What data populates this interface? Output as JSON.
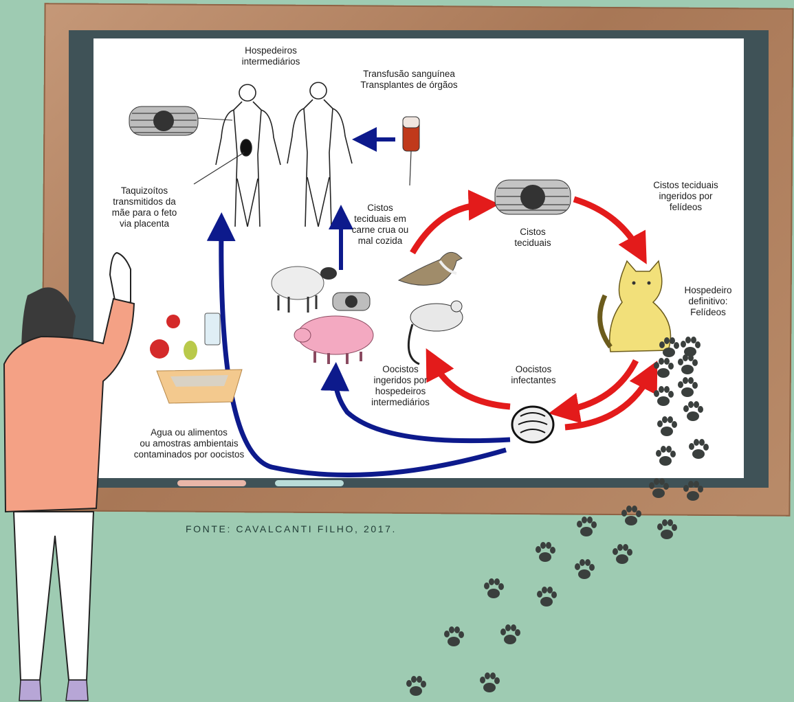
{
  "labels": {
    "intermediate_hosts": "Hospedeiros\nintermediários",
    "transfusion": "Transfusão sanguínea\nTransplantes de órgãos",
    "tachyzoites": "Taquizoítos\ntransmitidos da\nmãe para o feto\nvia placenta",
    "tissue_cysts_meat": "Cistos\nteciduais em\ncarne crua ou\nmal cozida",
    "tissue_cysts": "Cistos\nteciduais",
    "ingested_by_felids": "Cistos teciduais\ningeridos por\nfelídeos",
    "definitive_host": "Hospedeiro\ndefinitivo:\nFelídeos",
    "oocysts_ingested": "Oocistos\ningeridos por\nhospedeiros\nintermediários",
    "infective_oocysts": "Oocistos\ninfectantes",
    "water_food": "Agua ou alimentos\nou amostras ambientais\ncontaminados por oocistos"
  },
  "source": "FONTE: CAVALCANTI FILHO, 2017.",
  "colors": {
    "background": "#9ecbb2",
    "board": "#3f5257",
    "frame": "#a87756",
    "arrow_blue": "#0d1a8c",
    "arrow_red": "#e31b1b",
    "paw": "#3a3f3d"
  }
}
